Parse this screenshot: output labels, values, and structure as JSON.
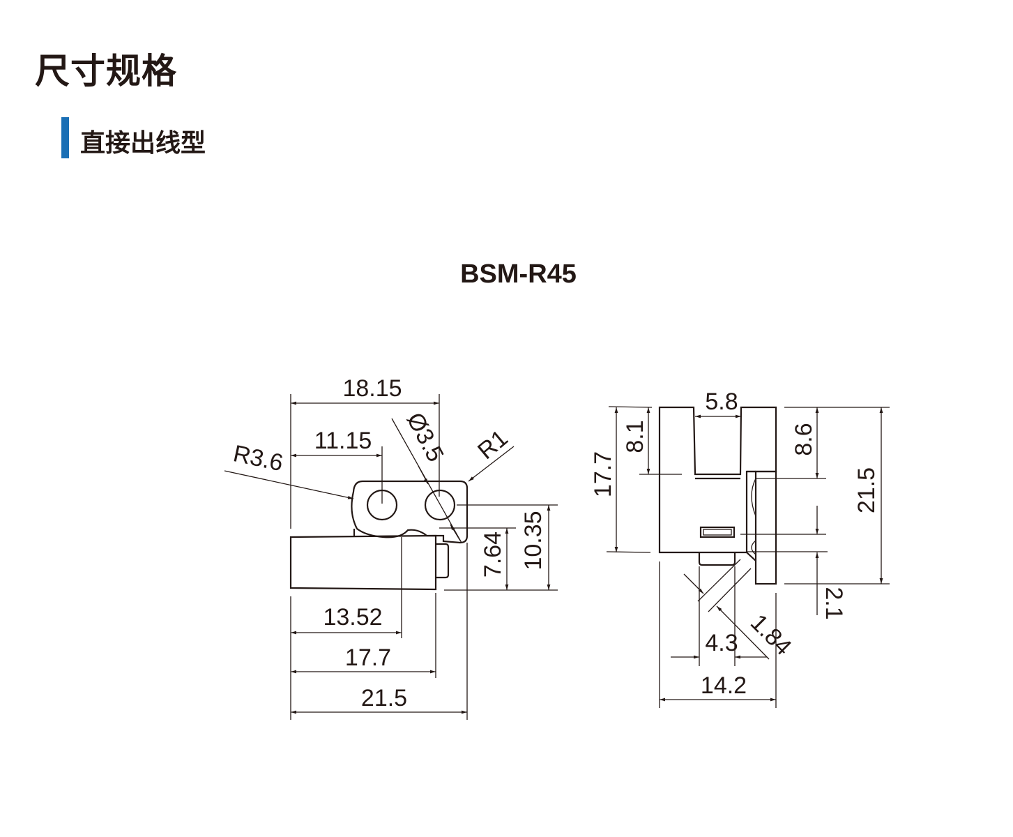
{
  "page": {
    "title": "尺寸规格",
    "subtitle": "直接出线型",
    "accent_color": "#1a6fb5"
  },
  "model": "BSM-R45",
  "front_view": {
    "dims": {
      "w1815": "18.15",
      "w1115": "11.15",
      "r36": "R3.6",
      "d35": "Ø3.5",
      "r1": "R1",
      "h1035": "10.35",
      "h764": "7.64",
      "w1352": "13.52",
      "w177": "17.7",
      "w215": "21.5"
    }
  },
  "side_view": {
    "dims": {
      "w58": "5.8",
      "h177": "17.7",
      "h81": "8.1",
      "h86": "8.6",
      "h215": "21.5",
      "h21": "2.1",
      "d184": "1.84",
      "w43": "4.3",
      "w142": "14.2"
    }
  }
}
